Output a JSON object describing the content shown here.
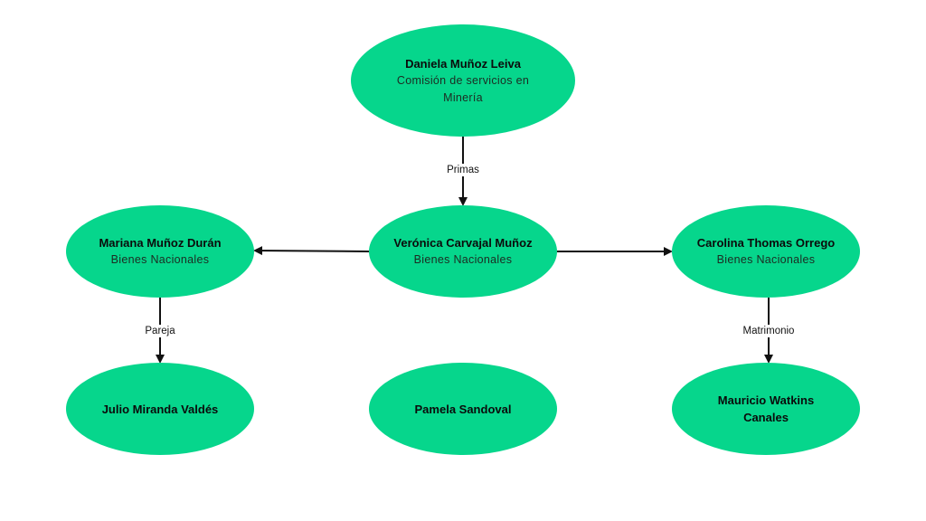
{
  "diagram": {
    "nodes": [
      {
        "id": "daniela",
        "name": "Daniela Muñoz Leiva",
        "role": "Comisión de servicios en Minería"
      },
      {
        "id": "veronica",
        "name": "Verónica Carvajal Muñoz",
        "role": "Bienes Nacionales"
      },
      {
        "id": "mariana",
        "name": "Mariana Muñoz Durán",
        "role": "Bienes Nacionales"
      },
      {
        "id": "carolina",
        "name": "Carolina Thomas Orrego",
        "role": "Bienes Nacionales"
      },
      {
        "id": "julio",
        "name": "Julio Miranda Valdés",
        "role": ""
      },
      {
        "id": "pamela",
        "name": "Pamela Sandoval",
        "role": ""
      },
      {
        "id": "mauricio",
        "name": "Mauricio Watkins Canales",
        "role": ""
      }
    ],
    "edges": [
      {
        "from": "daniela",
        "to": "veronica",
        "label": "Primas"
      },
      {
        "from": "veronica",
        "to": "mariana",
        "label": ""
      },
      {
        "from": "veronica",
        "to": "carolina",
        "label": ""
      },
      {
        "from": "mariana",
        "to": "julio",
        "label": "Pareja"
      },
      {
        "from": "carolina",
        "to": "mauricio",
        "label": "Matrimonio"
      }
    ]
  },
  "colors": {
    "node_fill": "#06d68c",
    "edge": "#111111",
    "background": "#ffffff"
  }
}
